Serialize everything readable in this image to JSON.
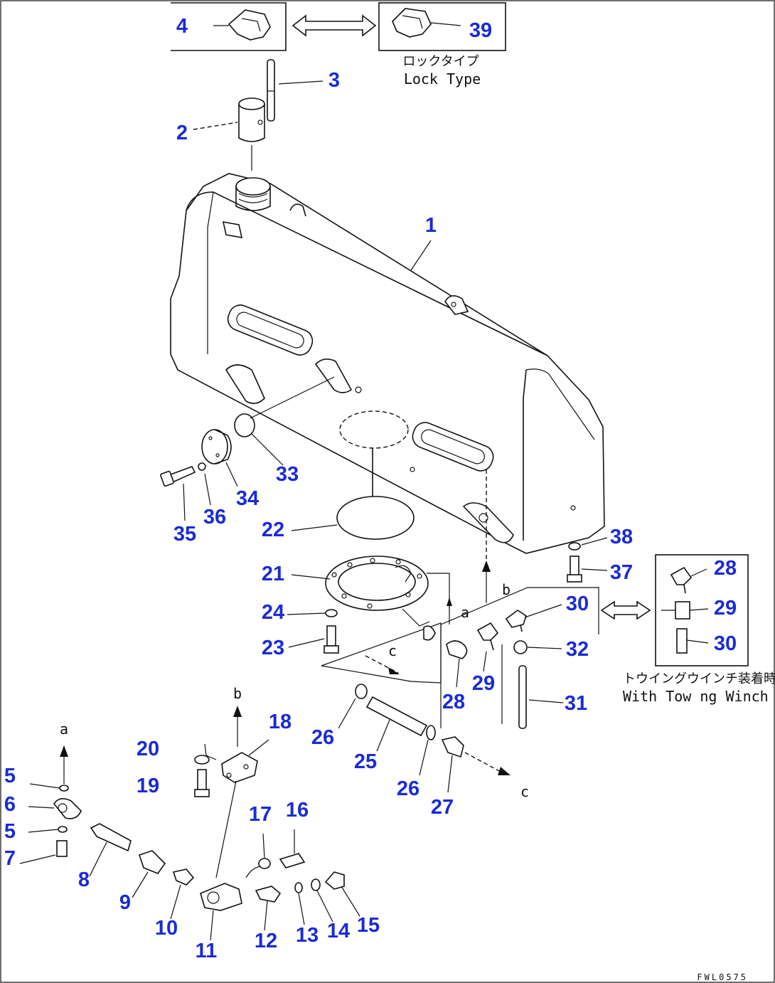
{
  "drawing_code": "FWL0575",
  "lock_type": {
    "jp": "ロックタイプ",
    "en": "Lock Type"
  },
  "tow_winch": {
    "jp": "トウイングウインチ装着時",
    "en": "With Tow ng Winch"
  },
  "views": {
    "a": "a",
    "b": "b",
    "c": "c"
  },
  "callouts": [
    "1",
    "2",
    "3",
    "4",
    "5",
    "6",
    "7",
    "8",
    "9",
    "10",
    "11",
    "12",
    "13",
    "14",
    "15",
    "16",
    "17",
    "18",
    "19",
    "20",
    "21",
    "22",
    "23",
    "24",
    "25",
    "26",
    "27",
    "28",
    "29",
    "30",
    "31",
    "32",
    "33",
    "34",
    "35",
    "36",
    "37",
    "38",
    "39"
  ],
  "colors": {
    "callout": "#1a2bd6",
    "line": "#111111"
  }
}
